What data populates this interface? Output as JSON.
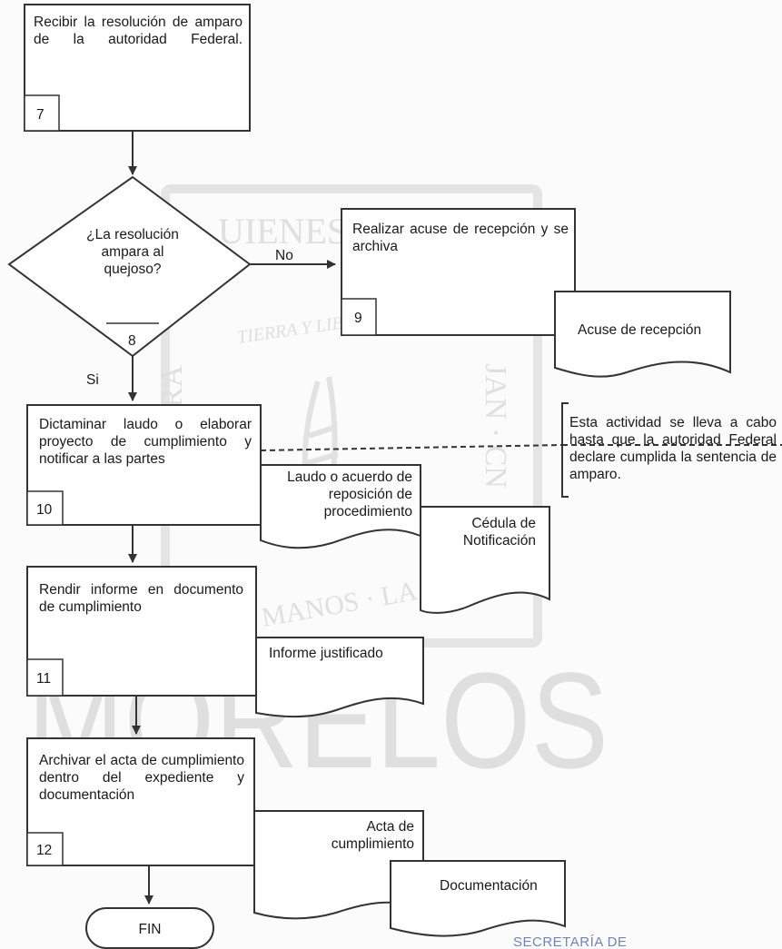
{
  "watermark": {
    "arc_text": "UIENES",
    "ribbon_text": "TIERRA Y LIBERTAD",
    "base_text": "MANOS · LA",
    "side_left": "TRA",
    "side_right": "JAN · CN",
    "state_name": "MORELOS",
    "footer_text": "SECRETARÍA DE"
  },
  "steps": {
    "s7": {
      "text": "Recibir la resolución de amparo de la autoridad Federal.",
      "number": "7"
    },
    "s8": {
      "text": "¿La resolución ampara al quejoso?",
      "number": "8"
    },
    "s9": {
      "text": "Realizar acuse de recepción y se archiva",
      "number": "9"
    },
    "s10": {
      "text": "Dictaminar laudo o elaborar proyecto de cumplimiento y notificar a las partes",
      "number": "10"
    },
    "s11": {
      "text": "Rendir informe en documento de cumplimiento",
      "number": "11"
    },
    "s12": {
      "text": "Archivar el acta de cumplimiento dentro del expediente y documentación",
      "number": "12"
    },
    "end": {
      "text": "FIN"
    }
  },
  "branches": {
    "no": "No",
    "yes": "Si"
  },
  "documents": {
    "acuse": "Acuse de recepción",
    "laudo": "Laudo o acuerdo de reposición de procedimiento",
    "cedula": "Cédula de Notificación",
    "informe": "Informe justificado",
    "acta": "Acta de cumplimiento",
    "documentacion": "Documentación"
  },
  "note": "Esta actividad se lleva a cabo hasta que la autoridad Federal declare cumplida la sentencia de amparo."
}
